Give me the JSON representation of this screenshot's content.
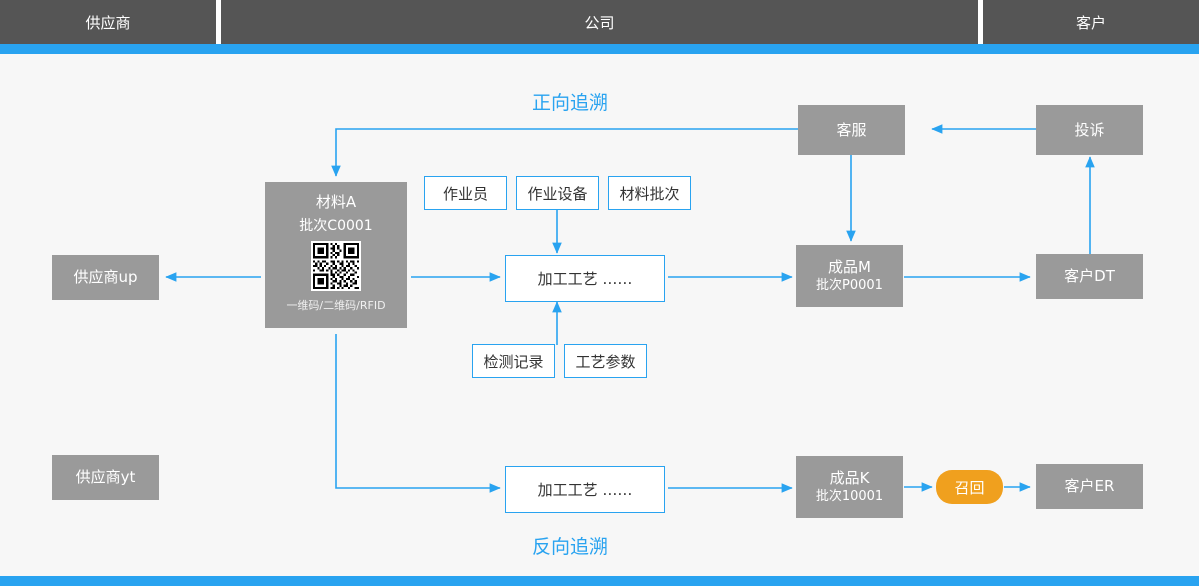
{
  "header": {
    "supplier": "供应商",
    "company": "公司",
    "customer": "客户"
  },
  "labels": {
    "forward": "正向追溯",
    "reverse": "反向追溯"
  },
  "colors": {
    "accent_blue": "#29a3f0",
    "node_gray": "#9a9a9a",
    "header_gray": "#555555",
    "recall_orange": "#f0a01e",
    "canvas_bg": "#f7f7f7"
  },
  "nodes": {
    "supplier_up": "供应商up",
    "supplier_yt": "供应商yt",
    "material_name": "材料A",
    "material_batch": "批次C0001",
    "material_code_note": "一维码/二维码/RFID",
    "process_top": "加工工艺  ……",
    "process_bottom": "加工工艺  ……",
    "product_m_name": "成品M",
    "product_m_batch": "批次P0001",
    "product_k_name": "成品K",
    "product_k_batch": "批次10001",
    "customer_service": "客服",
    "complaint": "投诉",
    "customer_dt": "客户DT",
    "customer_er": "客户ER",
    "recall": "召回"
  },
  "attributes": {
    "operator": "作业员",
    "equipment": "作业设备",
    "material_batch": "材料批次",
    "inspection_record": "检测记录",
    "process_parameter": "工艺参数"
  }
}
